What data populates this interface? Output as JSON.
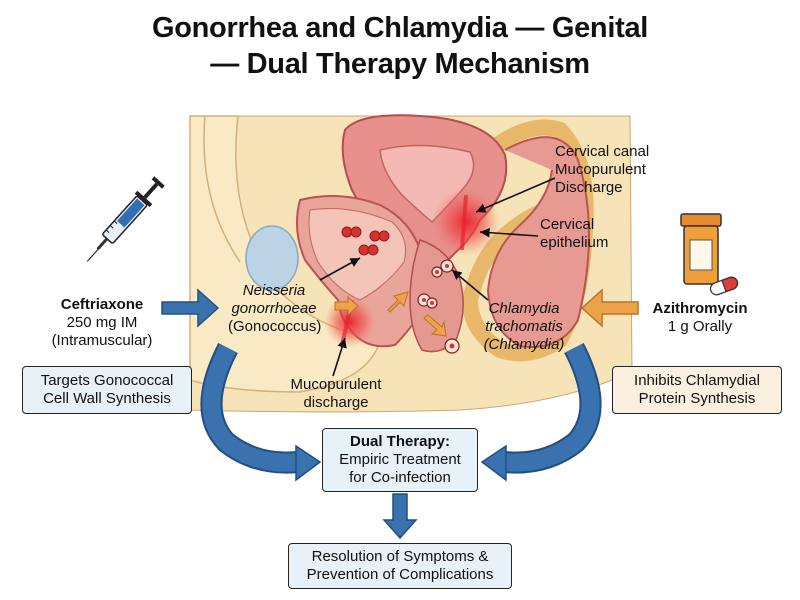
{
  "title": {
    "line1": "Gonorrhea and Chlamydia — Genital",
    "line2": "— Dual Therapy Mechanism"
  },
  "labels": {
    "cervical_canal": [
      "Cervical canal",
      "Mucopurulent",
      "Discharge"
    ],
    "cervical_epithelium": [
      "Cervical",
      "epithelium"
    ],
    "neisseria": [
      "Neisseria",
      "gonorrhoeae",
      "(Gonococcus)"
    ],
    "chlamydia": [
      "Chlamydia",
      "trachomatis",
      "(Chlamydia)"
    ],
    "mucopurulent_discharge": [
      "Mucopurulent",
      "discharge"
    ]
  },
  "drugs": {
    "left": {
      "name": "Ceftriaxone",
      "dose": "250 mg IM",
      "route": "(Intramuscular)",
      "icon": "syringe-icon"
    },
    "right": {
      "name": "Azithromycin",
      "dose": "1 g Orally",
      "icon": "pill-bottle-icon"
    }
  },
  "boxes": {
    "left": [
      "Targets Gonococcal",
      "Cell Wall Synthesis"
    ],
    "right": [
      "Inhibits Chlamydial",
      "Protein Synthesis"
    ],
    "center": [
      "Dual Therapy:",
      "Empiric Treatment",
      "for Co-infection"
    ],
    "bottom": [
      "Resolution of Symptoms &",
      "Prevention of Complications"
    ]
  },
  "colors": {
    "blue_arrow": "#3a72b0",
    "orange_arrow": "#eea24a",
    "tissue_pink": "#e8908c",
    "inflammation_red": "#e8232e",
    "background_tan": "#f4dfb0",
    "box_blue": "#e6f1f8",
    "box_peach": "#fbf0e0"
  }
}
